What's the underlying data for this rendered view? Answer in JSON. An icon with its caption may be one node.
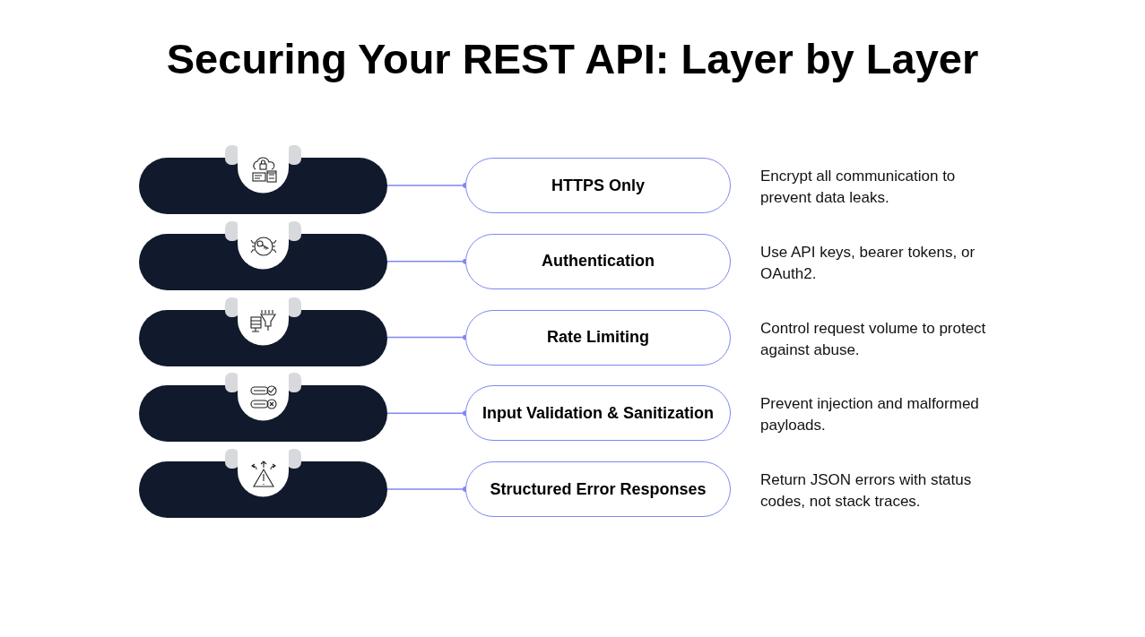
{
  "diagram": {
    "title": "Securing Your REST API: Layer by Layer",
    "nodes": [
      {
        "text": [],
        "shape": "bar"
      },
      {
        "text": [
          "HTTPS Only"
        ],
        "beside": [
          "Encrypt all communication to prevent data leaks."
        ]
      },
      {
        "text": [],
        "shape": "bar"
      },
      {
        "text": [
          "Authentication"
        ],
        "beside": [
          "Use API keys, bearer tokens, or OAuth2."
        ]
      },
      {
        "text": [],
        "shape": "bar"
      },
      {
        "text": [
          "Rate Limiting"
        ],
        "beside": [
          "Control request volume to protect against abuse."
        ]
      },
      {
        "text": [],
        "shape": "bar"
      },
      {
        "text": [
          "Input Validation & Sanitization"
        ],
        "beside": [
          "Prevent injection and malformed payloads."
        ]
      },
      {
        "text": [],
        "shape": "bar"
      },
      {
        "text": [
          "Structured Error Responses"
        ],
        "beside": [
          "Return JSON errors with status codes, not stack traces."
        ]
      }
    ],
    "edges": [
      {
        "from": 0,
        "to": 1,
        "arrow": "other"
      },
      {
        "from": 2,
        "to": 3,
        "arrow": "other"
      },
      {
        "from": 4,
        "to": 5,
        "arrow": "other"
      },
      {
        "from": 6,
        "to": 7,
        "arrow": "other"
      },
      {
        "from": 8,
        "to": 9,
        "arrow": "other"
      }
    ]
  }
}
